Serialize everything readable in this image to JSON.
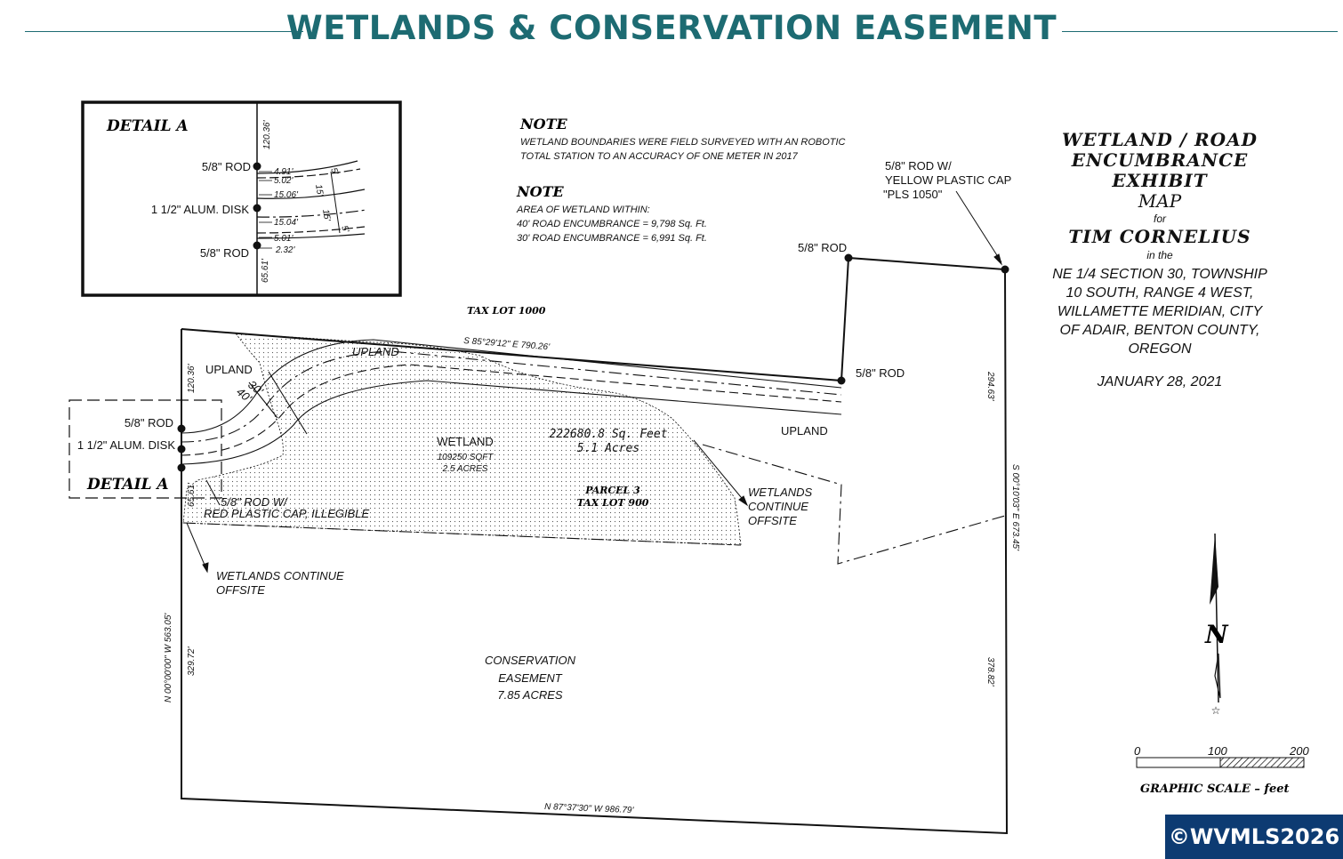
{
  "header": {
    "title": "WETLANDS & CONSERVATION EASEMENT"
  },
  "colors": {
    "accent": "#1d6b72",
    "badge": "#0d3b72",
    "line": "#111111"
  },
  "detail_a": {
    "title": "DETAIL A",
    "labels": {
      "rod_top": "5/8\" ROD",
      "disk": "1 1/2\" ALUM. DISK",
      "rod_bottom": "5/8\" ROD"
    },
    "dims": {
      "top": "120.36'",
      "bottom": "65.61'",
      "d1": "4.91'",
      "d2": "5.02'",
      "d3": "15.06'",
      "d4": "15.04'",
      "d5": "5.01'",
      "d6": "2.32'",
      "w1": "15'",
      "w2": "15'",
      "w3": "5'",
      "w4": "5'"
    }
  },
  "notes": [
    {
      "heading": "NOTE",
      "lines": [
        "WETLAND BOUNDARIES WERE FIELD SURVEYED WITH AN ROBOTIC",
        "TOTAL STATION TO AN ACCURACY OF ONE METER IN 2017"
      ]
    },
    {
      "heading": "NOTE",
      "lines": [
        "AREA OF WETLAND WITHIN:",
        "40' ROAD ENCUMBRANCE = 9,798 Sq. Ft.",
        "30' ROAD ENCUMBRANCE = 6,991 Sq. Ft."
      ]
    }
  ],
  "map_labels": {
    "tax_lot_1000": "TAX LOT 1000",
    "north_bearing": "S 85°29'12\" E  790.26'",
    "upland_left": "UPLAND",
    "upland_mid": "UPLAND",
    "upland_right": "UPLAND",
    "road_30": "30'",
    "road_40": "40'",
    "west_top_dim": "120.36'",
    "west_bottom_dim": "65.61'",
    "rod_left": "5/8\" ROD",
    "disk_left": "1 1/2\" ALUM. DISK",
    "detail_a": "DETAIL A",
    "rod_red_1": "5/8\" ROD W/",
    "rod_red_2": "RED PLASTIC CAP, ILLEGIBLE",
    "wetland": "WETLAND",
    "wetland_sqft": "109250 SQFT",
    "wetland_acres": "2.5 ACRES",
    "parcel_area_1": "222680.8  Sq.  Feet",
    "parcel_area_2": "5.1  Acres",
    "parcel_3": "PARCEL  3",
    "tax_lot_900": "TAX  LOT  900",
    "wet_offsite_r1": "WETLANDS",
    "wet_offsite_r2": "CONTINUE",
    "wet_offsite_r3": "OFFSITE",
    "wet_offsite_l1": "WETLANDS CONTINUE",
    "wet_offsite_l2": "OFFSITE",
    "cons_1": "CONSERVATION",
    "cons_2": "EASEMENT",
    "cons_3": "7.85 ACRES",
    "west_bearing": "N 00°00'00\" W  563.05'",
    "west_dim_lower": "329.72'",
    "south_bearing": "N 87°37'30\" W  986.79'",
    "east_bearing": "S 00°10'03\" E  673.45'",
    "east_dim_upper": "294.63'",
    "east_dim_lower": "378.82'",
    "rod_ne_corner": "5/8\" ROD",
    "rod_mid": "5/8\" ROD",
    "rod_yellow_1": "5/8\" ROD W/",
    "rod_yellow_2": "YELLOW PLASTIC CAP",
    "rod_yellow_3": "\"PLS 1050\""
  },
  "title_block": {
    "line1": "WETLAND  /  ROAD",
    "line2": "ENCUMBRANCE",
    "line3": "EXHIBIT",
    "line4": "MAP",
    "for": "for",
    "client": "TIM  CORNELIUS",
    "in_the": "in the",
    "desc": [
      "NE 1/4 SECTION 30, TOWNSHIP",
      "10 SOUTH, RANGE 4 WEST,",
      "WILLAMETTE MERIDIAN, CITY",
      "OF ADAIR, BENTON COUNTY,",
      "OREGON"
    ],
    "date": "JANUARY 28, 2021"
  },
  "scale": {
    "t0": "0",
    "t1": "100",
    "t2": "200",
    "label": "GRAPHIC  SCALE  –  feet"
  },
  "north_arrow": {
    "letter": "N"
  },
  "badge": {
    "text": "©WVMLS2026"
  }
}
